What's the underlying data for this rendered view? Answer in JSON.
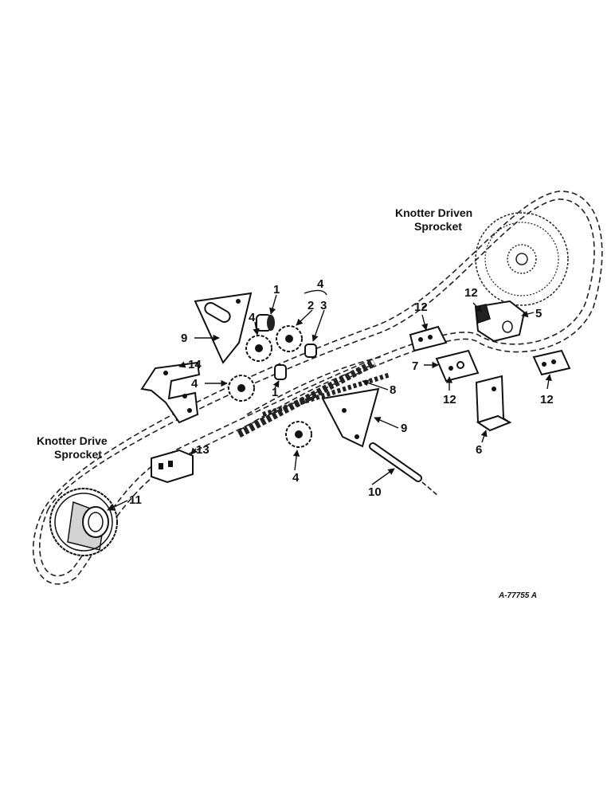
{
  "titles": {
    "driven": [
      "Knotter Driven",
      "Sprocket"
    ],
    "drive": [
      "Knotter Drive",
      "Sprocket"
    ]
  },
  "reference": "A-77755 A",
  "callouts": {
    "c1a": "1",
    "c1b": "1",
    "c2": "2",
    "c3": "3",
    "c4_group": "4",
    "c4a": "4",
    "c4b": "4",
    "c4c": "4",
    "c5": "5",
    "c6": "6",
    "c7": "7",
    "c8": "8",
    "c9a": "9",
    "c9b": "9",
    "c10": "10",
    "c11": "11",
    "c12a": "12",
    "c12b": "12",
    "c12c": "12",
    "c12d": "12",
    "c13": "13",
    "c14": "14"
  }
}
